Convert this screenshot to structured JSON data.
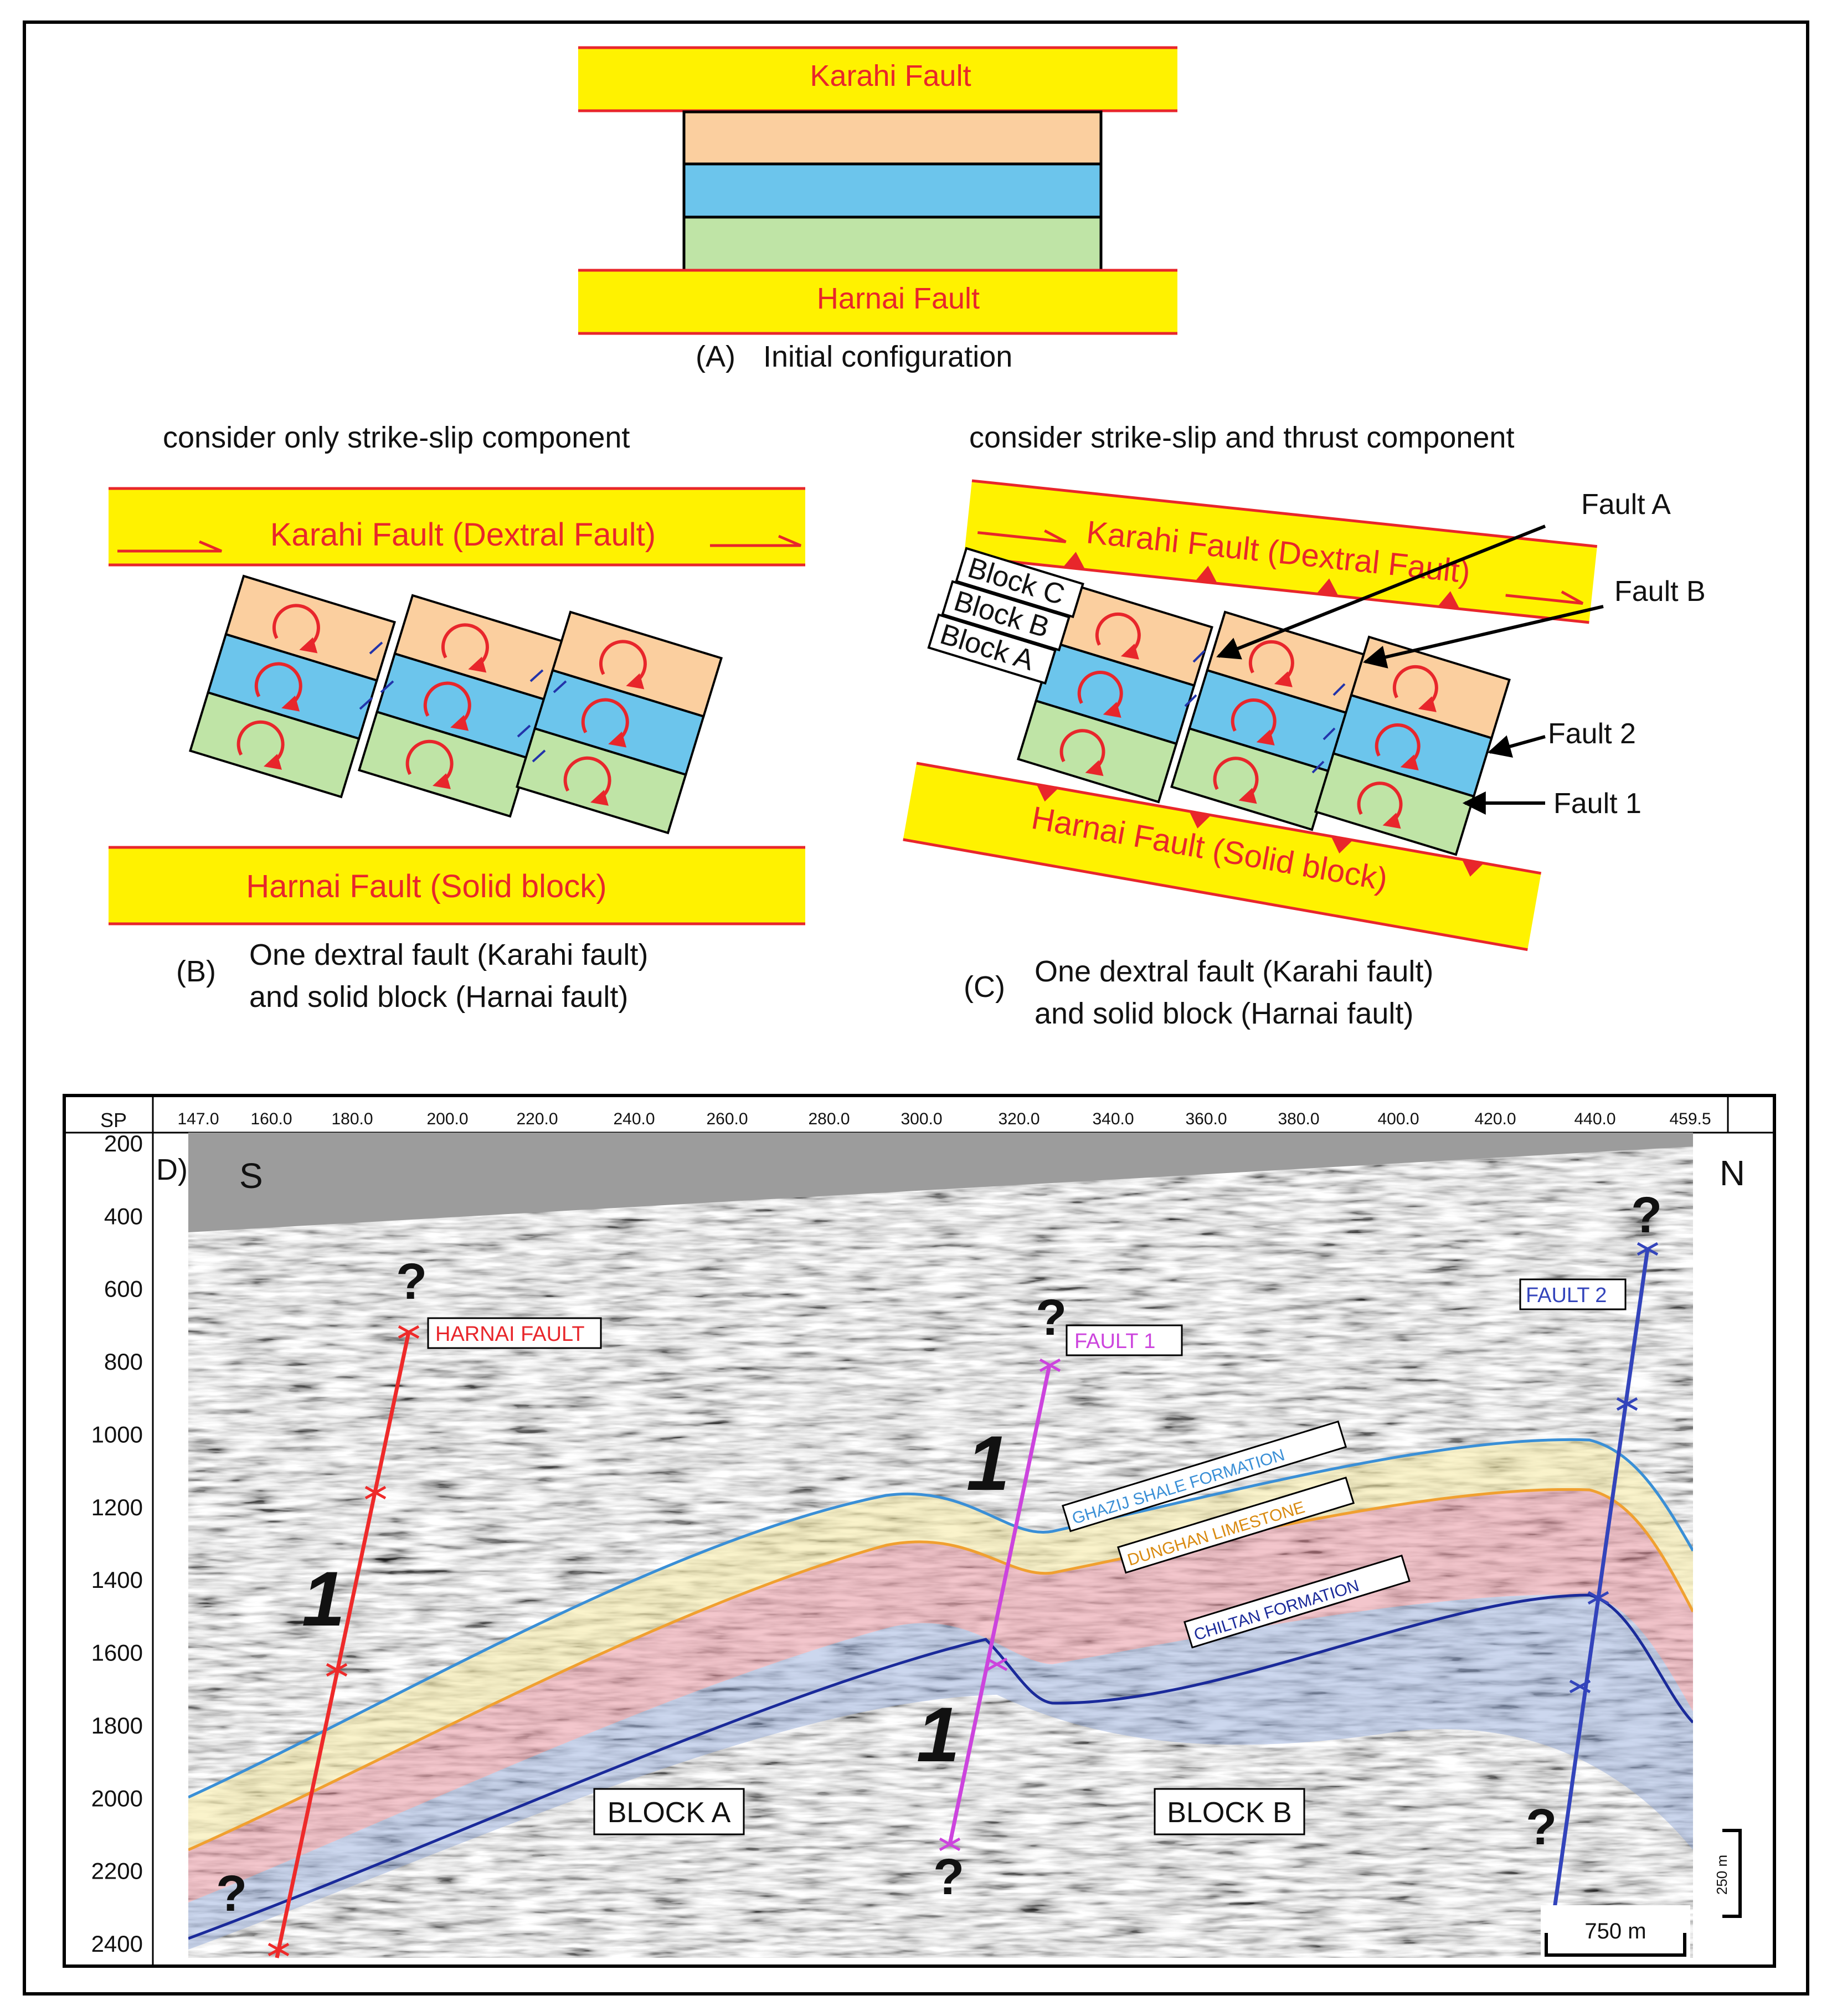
{
  "panel_a": {
    "top_fault": "Karahi Fault",
    "bottom_fault": "Harnai Fault",
    "caption_letter": "(A)",
    "caption": "Initial configuration"
  },
  "panel_b": {
    "heading": "consider only strike-slip component",
    "top_fault": "Karahi Fault (Dextral Fault)",
    "bottom_fault": "Harnai Fault  (Solid block)",
    "caption_letter": "(B)",
    "caption_line1": "One dextral fault (Karahi fault)",
    "caption_line2": "and solid block (Harnai fault)"
  },
  "panel_c": {
    "heading": "consider strike-slip and thrust component",
    "top_fault": "Karahi Fault (Dextral Fault)",
    "bottom_fault": "Harnai Fault  (Solid block)",
    "block_c": "Block C",
    "block_b": "Block B",
    "block_a": "Block A",
    "fault_a": "Fault A",
    "fault_b": "Fault B",
    "fault_2": "Fault 2",
    "fault_1": "Fault 1",
    "caption_letter": "(C)",
    "caption_line1": "One dextral fault (Karahi fault)",
    "caption_line2": "and solid block (Harnai fault)"
  },
  "panel_d": {
    "label": "D)",
    "south": "S",
    "north": "N",
    "sp_label": "SP",
    "sp_ticks": [
      "147.0",
      "160.0",
      "180.0",
      "200.0",
      "220.0",
      "240.0",
      "260.0",
      "280.0",
      "300.0",
      "320.0",
      "340.0",
      "360.0",
      "380.0",
      "400.0",
      "420.0",
      "440.0",
      "459.5"
    ],
    "depth_ticks": [
      "200",
      "400",
      "600",
      "800",
      "1000",
      "1200",
      "1400",
      "1600",
      "1800",
      "2000",
      "2200",
      "2400"
    ],
    "harnai_fault": "HARNAI FAULT",
    "fault_1": "FAULT 1",
    "fault_2": "FAULT 2",
    "ghazij": "GHAZIJ SHALE FORMATION",
    "dunghan": "DUNGHAN LIMESTONE",
    "chiltan": "CHILTAN FORMATION",
    "block_a": "BLOCK A",
    "block_b": "BLOCK B",
    "question": "?",
    "slip_symbol": "1",
    "scale_h": "750 m",
    "scale_v": "250 m"
  },
  "colors": {
    "fault_band": "#fff200",
    "fault_text": "#e8262b",
    "layer_top": "#fbcf9f",
    "layer_mid": "#6cc5ec",
    "layer_bottom": "#bfe4a6",
    "harnai_line": "#ee2a2a",
    "fault1_line": "#cc44dd",
    "fault2_line": "#3344bb",
    "ghazij_line": "#3a8fd6",
    "dunghan_line": "#f0a030",
    "chiltan_line": "#1a2a9a"
  }
}
